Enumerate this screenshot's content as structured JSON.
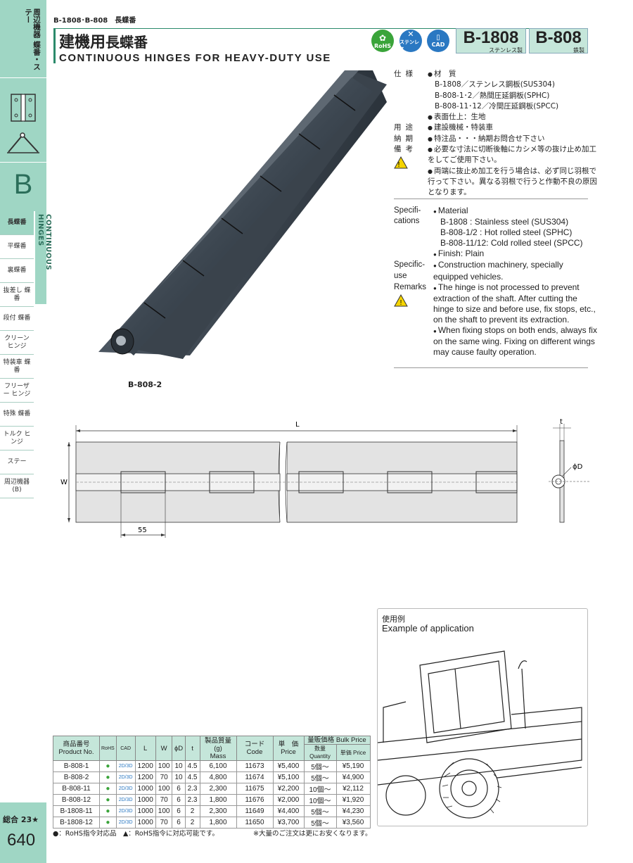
{
  "sidebar": {
    "category": "周辺機器 蝶番・ステー",
    "letter": "B",
    "items": [
      "長蝶番",
      "平蝶番",
      "裏蝶番",
      "抜差し 蝶番",
      "段付 蝶番",
      "クリーン ヒンジ",
      "特装車 蝶番",
      "フリーザー ヒンジ",
      "特殊 蝶番",
      "トルク ヒンジ",
      "ステー",
      "周辺機器 (B)"
    ],
    "vertical_label": "CONTINUOUS HINGES",
    "total": "総合 23★",
    "page": "640"
  },
  "header": {
    "breadcrumb": "B-1808･B-808　長蝶番",
    "title_jp_bold": "建機用",
    "title_jp": "長蝶番",
    "title_en": "CONTINUOUS HINGES FOR HEAVY-DUTY USE",
    "badges": [
      "RoHS",
      "ステンレス",
      "CAD"
    ],
    "model1": "B-1808",
    "model1_sub": "ステンレス製",
    "model2": "B-808",
    "model2_sub": "鉄製"
  },
  "photo_caption": "B-808-2",
  "spec_jp": {
    "label_spec": "仕様",
    "material_title": "材　質",
    "material_1": "B-1808／ステンレス鋼板(SUS304)",
    "material_2": "B-808-1･2／熱間圧延鋼板(SPHC)",
    "material_3": "B-808-11･12／冷間圧延鋼板(SPCC)",
    "finish": "表面仕上：生地",
    "label_use": "用途",
    "use": "建設機械・特装車",
    "label_delivery": "納期",
    "delivery": "特注品・・・納期お問合せ下さい",
    "label_remarks": "備考",
    "remark_1": "必要な寸法に切断後軸にカシメ等の抜け止め加工をしてご使用下さい。",
    "remark_2": "両端に抜止め加工を行う場合は、必ず同じ羽根で行って下さい。異なる羽根で行うと作動不良の原因となります。"
  },
  "spec_en": {
    "label_spec": "Specifi-cations",
    "material_title": "Material",
    "material_1": "B-1808 : Stainless steel (SUS304)",
    "material_2": "B-808-1/2 : Hot rolled steel (SPHC)",
    "material_3": "B-808-11/12: Cold rolled steel (SPCC)",
    "finish": "Finish: Plain",
    "label_use": "Specific-use",
    "use": "Construction machinery, specially equipped vehicles.",
    "label_remarks": "Remarks",
    "remark_1": "The hinge is not processed to prevent extraction of the shaft. After cutting the hinge to size and before use, fix stops, etc., on the shaft to prevent its extraction.",
    "remark_2": "When fixing stops on both ends, always fix on the same wing. Fixing on different wings may cause faulty operation."
  },
  "drawing": {
    "label_L": "L",
    "label_W": "W",
    "label_55": "55",
    "label_t": "t",
    "label_phiD": "ϕD"
  },
  "application": {
    "title_jp": "使用例",
    "title_en": "Example of application"
  },
  "table": {
    "headers": {
      "product_jp": "商品番号",
      "product_en": "Product No.",
      "rohs": "RoHS",
      "cad": "CAD",
      "L": "L",
      "W": "W",
      "phiD": "ϕD",
      "t": "t",
      "mass_jp": "製品質量(g)",
      "mass_en": "Mass",
      "code_jp": "コード",
      "code_en": "Code",
      "price_jp": "単　価",
      "price_en": "Price",
      "bulk_jp": "量販価格 Bulk Price",
      "qty": "数量 Quantity",
      "unit_price": "単価 Price"
    },
    "rows": [
      {
        "pn": "B-808-1",
        "rohs": "●",
        "cad": "2D/3D",
        "L": "1200",
        "W": "100",
        "D": "10",
        "t": "4.5",
        "mass": "6,100",
        "code": "11673",
        "price": "¥5,400",
        "qty": "5個～",
        "bulk": "¥5,190"
      },
      {
        "pn": "B-808-2",
        "rohs": "●",
        "cad": "2D/3D",
        "L": "1200",
        "W": "70",
        "D": "10",
        "t": "4.5",
        "mass": "4,800",
        "code": "11674",
        "price": "¥5,100",
        "qty": "5個～",
        "bulk": "¥4,900"
      },
      {
        "pn": "B-808-11",
        "rohs": "●",
        "cad": "2D/3D",
        "L": "1000",
        "W": "100",
        "D": "6",
        "t": "2.3",
        "mass": "2,300",
        "code": "11675",
        "price": "¥2,200",
        "qty": "10個～",
        "bulk": "¥2,112"
      },
      {
        "pn": "B-808-12",
        "rohs": "●",
        "cad": "2D/3D",
        "L": "1000",
        "W": "70",
        "D": "6",
        "t": "2.3",
        "mass": "1,800",
        "code": "11676",
        "price": "¥2,000",
        "qty": "10個～",
        "bulk": "¥1,920"
      },
      {
        "pn": "B-1808-11",
        "rohs": "●",
        "cad": "2D/3D",
        "L": "1000",
        "W": "100",
        "D": "6",
        "t": "2",
        "mass": "2,300",
        "code": "11649",
        "price": "¥4,400",
        "qty": "5個～",
        "bulk": "¥4,230"
      },
      {
        "pn": "B-1808-12",
        "rohs": "●",
        "cad": "2D/3D",
        "L": "1000",
        "W": "70",
        "D": "6",
        "t": "2",
        "mass": "1,800",
        "code": "11650",
        "price": "¥3,700",
        "qty": "5個～",
        "bulk": "¥3,560"
      }
    ],
    "note_left": "●：RoHS指令対応品　▲：RoHS指令に対応可能です。",
    "note_right": "※大量のご注文は更にお安くなります。"
  },
  "colors": {
    "accent": "#9fd6c4",
    "accent_dark": "#2b8a6b",
    "rohs": "#3aa43a",
    "blue": "#2a78c2"
  }
}
